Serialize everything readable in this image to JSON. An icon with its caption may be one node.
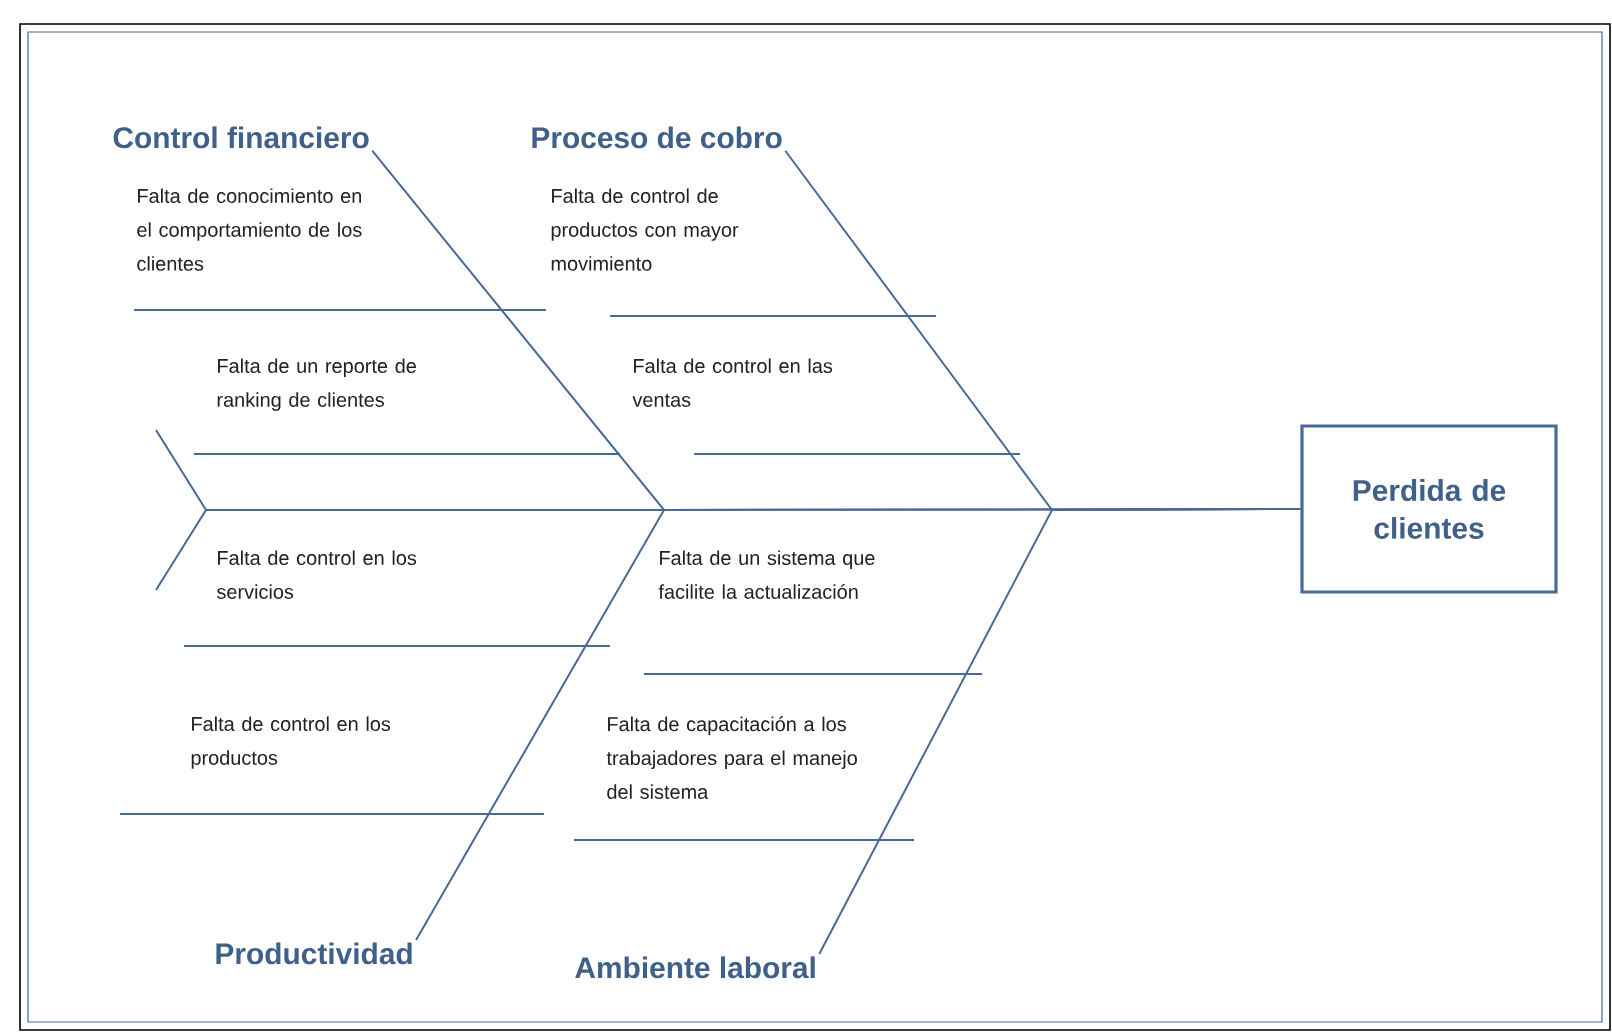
{
  "diagram": {
    "nodes": [
      {
        "text": [
          "Control financiero"
        ]
      },
      {
        "text": [
          "Proceso de cobro"
        ]
      },
      {
        "text": [
          "Perdida de clientes"
        ]
      },
      {
        "text": [
          "Productividad"
        ]
      },
      {
        "text": [
          "Ambiente laboral"
        ]
      }
    ],
    "edges": [
      {
        "from": 0,
        "to": 2,
        "arrow": "none"
      },
      {
        "from": 1,
        "to": 2,
        "arrow": "none"
      },
      {
        "from": 3,
        "to": 2,
        "arrow": "none"
      },
      {
        "from": 4,
        "to": 2,
        "arrow": "none"
      }
    ],
    "labels": [
      "Falta de conocimiento en el comportamiento de los clientes",
      "Falta de control de productos con mayor movimiento",
      "Falta de un reporte de ranking de clientes",
      "Falta de control en las ventas",
      "Falta de control en los servicios",
      "Falta de un sistema que facilite la actualización",
      "Falta de control en los productos",
      "Falta de capacitación a los trabajadores para el manejo del sistema"
    ]
  }
}
